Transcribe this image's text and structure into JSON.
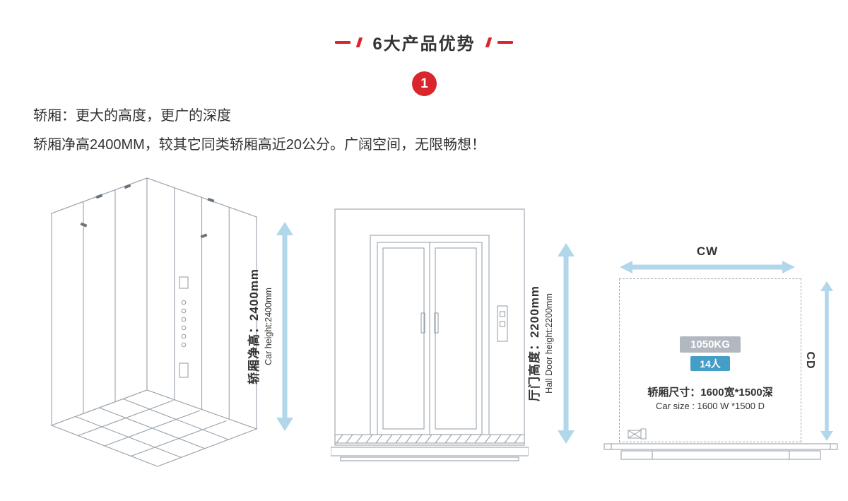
{
  "header": {
    "title": "6大产品优势",
    "badge_number": "1"
  },
  "intro": {
    "line1": "轿厢：更大的高度，更广的深度",
    "line2": "轿厢净高2400MM，较其它同类轿厢高近20公分。广阔空间，无限畅想！"
  },
  "car_diagram": {
    "height_label_cn": "轿厢净高：2400mm",
    "height_label_en": "Car height:2400mm"
  },
  "door_diagram": {
    "height_label_cn": "厅门高度：2200mm",
    "height_label_en": "Hall Door height:2200mm"
  },
  "plan_diagram": {
    "width_label": "CW",
    "depth_label": "CD",
    "load_badge": "1050KG",
    "capacity_badge": "14人",
    "size_label_cn": "轿厢尺寸：1600宽*1500深",
    "size_label_en": "Car size : 1600 W *1500 D"
  },
  "colors": {
    "accent_red": "#d8262c",
    "arrow_blue": "#b2d7ea",
    "badge_gray": "#b2b8bf",
    "badge_blue": "#459ec7",
    "line_gray": "#98a2ab",
    "text_dark": "#333333"
  }
}
